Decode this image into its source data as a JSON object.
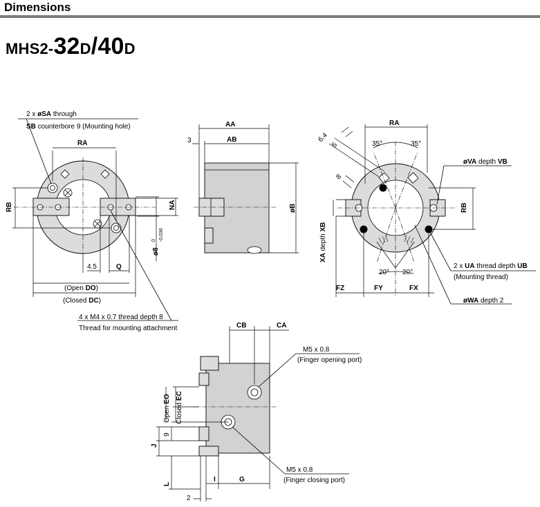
{
  "header": {
    "title": "Dimensions"
  },
  "model": {
    "prefix": "MHS2-",
    "size1": "32",
    "suffix1": "D",
    "slash": "/",
    "size2": "40",
    "suffix2": "D"
  },
  "front_view": {
    "hole_prefix": "2 x ",
    "hole_sym": "øSA",
    "hole_suffix": " through",
    "sb_label": "SB",
    "sb_text": " counterbore 9 (Mounting hole)",
    "ra": "RA",
    "rb": "RB",
    "na": "NA",
    "shaft": "ø8",
    "tol_upper": "0",
    "tol_lower": "-0.036",
    "dim_45": "4.5",
    "q": "Q",
    "open_prefix": "(Open ",
    "open_code": "DO",
    "open_suffix": ")",
    "closed_prefix": "(Closed ",
    "closed_code": "DC",
    "closed_suffix": ")",
    "thread": "4 x M4 x 0.7 thread depth 8",
    "thread_note": "Thread for mounting attachment"
  },
  "side_view": {
    "aa": "AA",
    "ab": "AB",
    "dim3": "3",
    "b": "øB"
  },
  "rear_view": {
    "ra": "RA",
    "angle1": "35°",
    "angle2": "35°",
    "dim64": "6.4",
    "dim5": "5",
    "dim8": "8",
    "va_prefix": "øVA",
    "va_mid": "  depth ",
    "va_code": "VB",
    "rb": "RB",
    "xa": "XA",
    "xa_mid": "  depth ",
    "xb": "XB",
    "ang20a": "20°",
    "ang20b": "20°",
    "ua_prefix": "2 x ",
    "ua": "UA",
    "ua_mid": "  thread depth ",
    "ub": "UB",
    "mount_thread": "(Mounting thread)",
    "wa": "øWA",
    "wa_mid": "  depth 2",
    "fz": "FZ",
    "fy": "FY",
    "fx": "FX"
  },
  "bottom_view": {
    "cb": "CB",
    "ca": "CA",
    "port1": "M5 x 0.8",
    "port1_note": "(Finger opening port)",
    "port2": "M5 x 0.8",
    "port2_note": "(Finger closing port)",
    "eo_prefix": "Open ",
    "eo": "EO",
    "ec_prefix": "Closed ",
    "ec": "EC",
    "j": "J",
    "dim9": "9",
    "l": "L",
    "i": "I",
    "g": "G",
    "dim2": "2"
  }
}
